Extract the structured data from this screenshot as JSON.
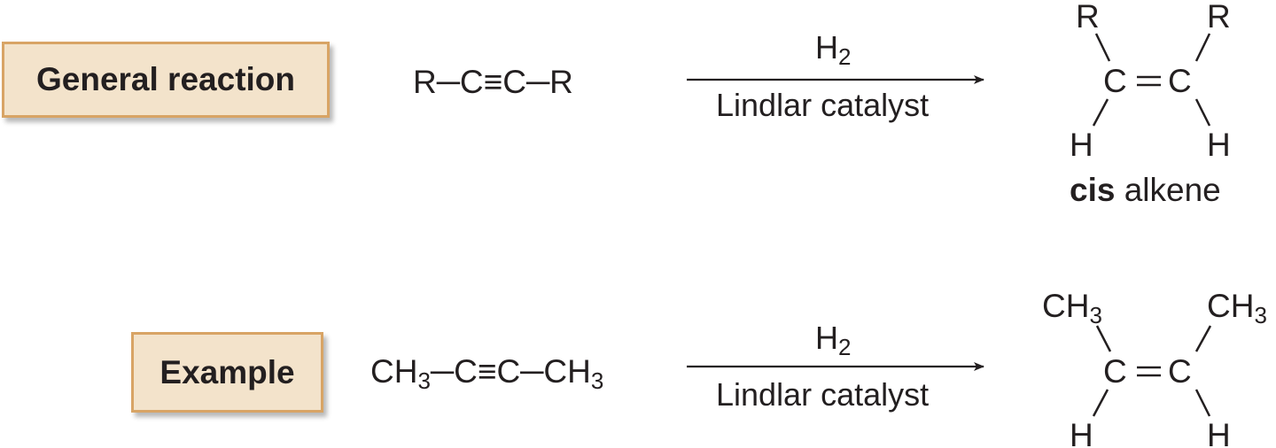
{
  "general": {
    "label": "General reaction",
    "reactant": "R─C≡C─R",
    "reagent_base": "H",
    "reagent_sub": "2",
    "catalyst": "Lindlar catalyst",
    "product": {
      "r_left": "R",
      "r_right": "R",
      "c_left": "C",
      "c_right": "C",
      "h_left": "H",
      "h_right": "H"
    },
    "caption_bold": "cis",
    "caption_rest": " alkene"
  },
  "example": {
    "label": "Example",
    "reactant_ch_left": "CH",
    "reactant_sub_left": "3",
    "reactant_middle": "─C≡C─CH",
    "reactant_sub_right": "3",
    "reagent_base": "H",
    "reagent_sub": "2",
    "catalyst": "Lindlar catalyst",
    "product": {
      "ch_left": "CH",
      "ch_left_sub": "3",
      "ch_right": "CH",
      "ch_right_sub": "3",
      "c_left": "C",
      "c_right": "C",
      "h_left": "H",
      "h_right": "H"
    }
  },
  "colors": {
    "box_fill": "#f3e3cb",
    "box_border": "#d8a465",
    "ink": "#231f20"
  }
}
